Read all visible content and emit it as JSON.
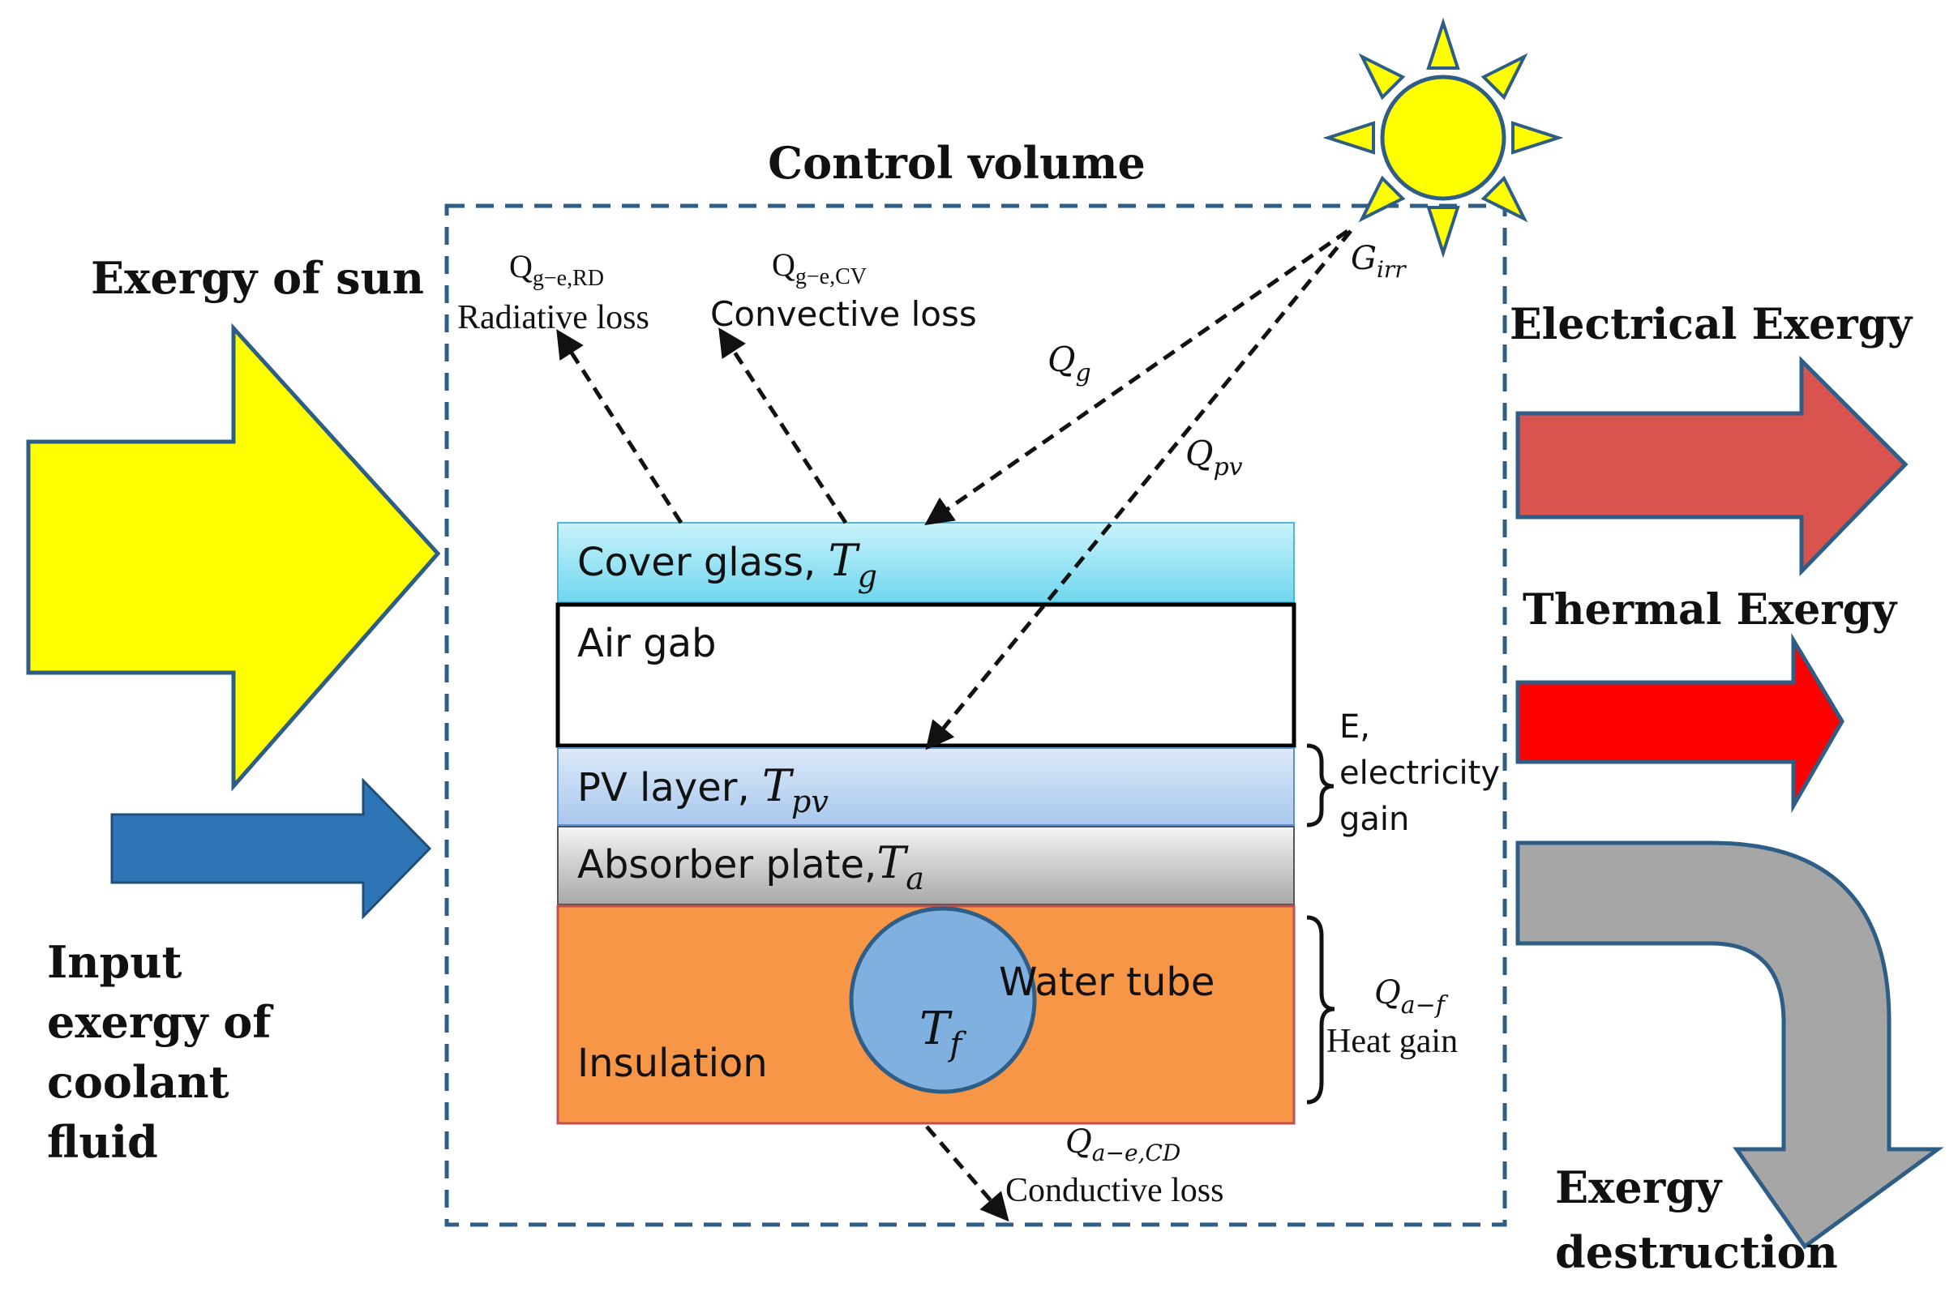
{
  "title": "Control volume",
  "inputs": {
    "sun": "Exergy of sun",
    "coolant": [
      "Input",
      "exergy of",
      "coolant",
      "fluid"
    ]
  },
  "outputs": {
    "electrical": "Electrical Exergy",
    "thermal": "Thermal Exergy",
    "destruction": [
      "Exergy",
      "destruction"
    ]
  },
  "layers": {
    "cover_glass": {
      "label": "Cover glass, ",
      "sym": "T",
      "sub": "g"
    },
    "air_gap": {
      "label": "Air gab"
    },
    "pv_layer": {
      "label": "PV layer, ",
      "sym": "T",
      "sub": "pv"
    },
    "absorber": {
      "label": "Absorber plate,",
      "sym": "T",
      "sub": "a"
    },
    "insulation": {
      "label": "Insulation"
    },
    "water_tube": {
      "label": "Water tube",
      "sym": "T",
      "sub": "f"
    }
  },
  "flows": {
    "radiative": {
      "sym": "Q",
      "sub": "g−e,RD",
      "label": "Radiative  loss"
    },
    "convective": {
      "sym": "Q",
      "sub": "g−e,CV",
      "label": "Convective loss"
    },
    "irradiance": {
      "sym": "G",
      "sub": "irr"
    },
    "glass": {
      "sym": "Q",
      "sub": "g"
    },
    "pv": {
      "sym": "Q",
      "sub": "pv"
    },
    "electricity": [
      "E,",
      "electricity",
      "gain"
    ],
    "heat_gain": {
      "sym": "Q",
      "sub": "a−f",
      "label": "Heat gain"
    },
    "conductive": {
      "sym": "Q",
      "sub": "a−e,CD",
      "label": "Conductive loss"
    }
  },
  "colors": {
    "sun_arrow": "#ffff00",
    "coolant_arrow": "#2e75b6",
    "electrical_arrow": "#d9534f",
    "thermal_arrow": "#ff0000",
    "destruction_arrow": "#a6a6a6",
    "insulation": "#f79646",
    "water_tube": "#7fb0e0",
    "control_volume_border": "#2e5d86"
  }
}
